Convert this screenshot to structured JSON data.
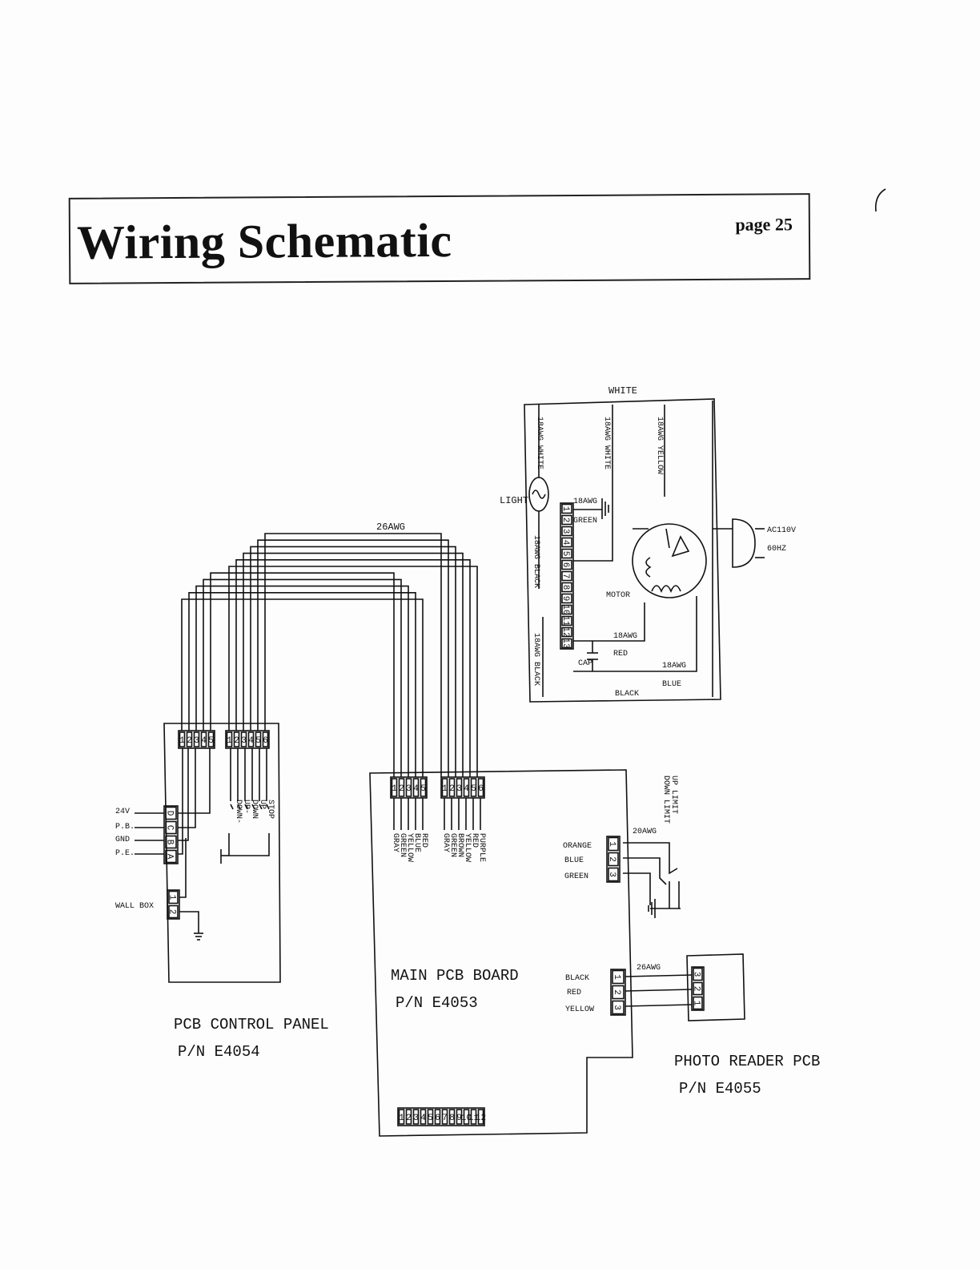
{
  "header": {
    "title": "Wiring Schematic",
    "page": "page 25"
  },
  "boards": {
    "control_panel": {
      "name": "PCB CONTROL PANEL",
      "pn": "P/N E4054"
    },
    "main": {
      "name": "MAIN PCB BOARD",
      "pn": "P/N E4053"
    },
    "photo_reader": {
      "name": "PHOTO READER PCB",
      "pn": "P/N E4055"
    }
  },
  "labels": {
    "white_top": "WHITE",
    "awg26_bundle": "26AWG",
    "light": "LIGHT",
    "awg18": "18AWG",
    "green": "GREEN",
    "motor": "MOTOR",
    "red": "RED",
    "cap": "CAP",
    "blue": "BLUE",
    "black": "BLACK",
    "ac_1": "AC110V",
    "ac_2": "60HZ",
    "awg20": "20AWG",
    "awg26_photo": "26AWG",
    "wall_box": "WALL BOX",
    "v24": "24V",
    "pb": "P.B.",
    "gnd": "GND",
    "pe": "P.E.",
    "orange": "ORANGE",
    "blue_sw": "BLUE",
    "green_sw": "GREEN",
    "black_ph": "BLACK",
    "red_ph": "RED",
    "yellow_ph": "YELLOW",
    "limit_text": "DOWN LIMIT\nUP LIMIT",
    "v_18awg_white_1": "18AWG WHITE",
    "v_18awg_white_2": "18AWG WHITE",
    "v_18awg_yellow": "18AWG YELLOW",
    "v_18awg_black_1": "18AWG BLACK",
    "v_18awg_black_2": "18AWG BLACK",
    "cp_switches": [
      "STOP",
      "UP",
      "DOWN",
      "UP-",
      "DOWN-"
    ]
  },
  "connectors": {
    "cp_5pin": [
      "1",
      "2",
      "3",
      "4",
      "5"
    ],
    "cp_6pin": [
      "1",
      "2",
      "3",
      "4",
      "5",
      "6"
    ],
    "cp_dcba": [
      "D",
      "C",
      "B",
      "A"
    ],
    "wall": [
      "1",
      "2"
    ],
    "main_5pin": [
      "1",
      "2",
      "3",
      "4",
      "5"
    ],
    "main_6pin": [
      "1",
      "2",
      "3",
      "4",
      "5",
      "6"
    ],
    "main_bottom": [
      "1",
      "2",
      "3",
      "4",
      "5",
      "6",
      "7",
      "8",
      "9",
      "10",
      "11",
      "12"
    ],
    "motor_block": [
      "1",
      "2",
      "3",
      "4",
      "5",
      "6",
      "7",
      "8",
      "9",
      "10",
      "11",
      "12",
      "13"
    ],
    "switch_3pin": [
      "1",
      "2",
      "3"
    ],
    "photo_main": [
      "1",
      "2",
      "3"
    ],
    "photo_board": [
      "3",
      "2",
      "1"
    ]
  },
  "wire_colors_5": [
    "GRAY",
    "GREEN",
    "YELLOW",
    "BLUE",
    "RED"
  ],
  "wire_colors_6": [
    "GRAY",
    "GREEN",
    "BROWN",
    "YELLOW",
    "RED",
    "PURPLE"
  ]
}
